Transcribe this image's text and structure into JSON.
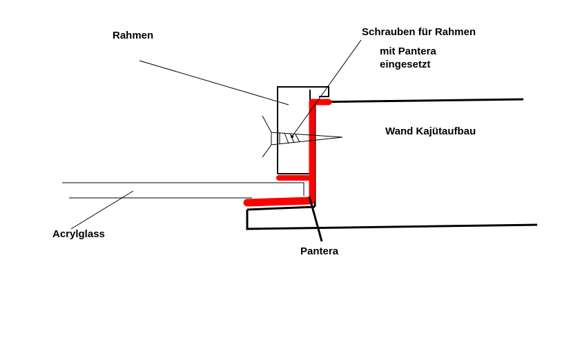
{
  "labels": {
    "rahmen": "Rahmen",
    "schrauben": "Schrauben für Rahmen",
    "pantera_note_1": "mit Pantera",
    "pantera_note_2": "eingesetzt",
    "wand": "Wand Kajütaufbau",
    "acrylglass": "Acrylglass",
    "pantera": "Pantera"
  },
  "colors": {
    "sealant": "#ff0000",
    "lines": "#000000",
    "background": "#ffffff"
  }
}
